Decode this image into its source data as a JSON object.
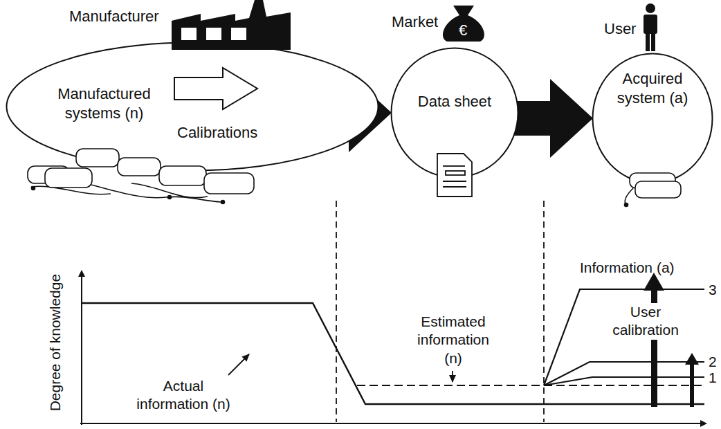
{
  "diagram": {
    "nodes": [
      {
        "text": [
          "Manufacturer",
          "Manufactured systems (n)",
          "Calibrations"
        ]
      },
      {
        "text": [
          "Market",
          "Data sheet"
        ]
      },
      {
        "text": [
          "User",
          "Acquired system (a)"
        ]
      }
    ],
    "edges": [
      {
        "from": 0,
        "to": 1,
        "arrow": "to"
      },
      {
        "from": 1,
        "to": 2,
        "arrow": "to"
      }
    ],
    "labels": [
      "€",
      "Degree of knowledge",
      "Actual information (n)",
      "Estimated information (n)",
      "Information (a)",
      "User calibration",
      "3",
      "2",
      "1"
    ]
  }
}
